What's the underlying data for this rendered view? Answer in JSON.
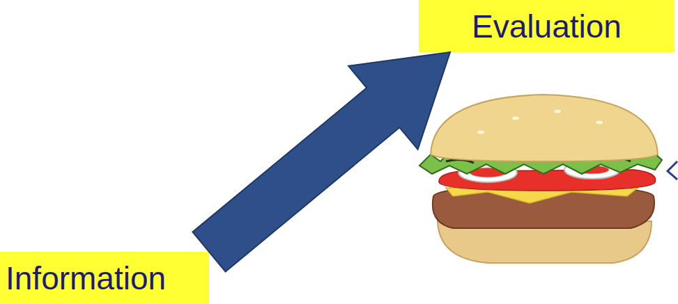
{
  "diagram": {
    "nodes": [
      {
        "text": [
          "Evaluation"
        ]
      },
      {
        "text": [
          "Information"
        ]
      }
    ],
    "edges": [
      {
        "from": 1,
        "to": 0,
        "arrow": "to"
      }
    ]
  }
}
